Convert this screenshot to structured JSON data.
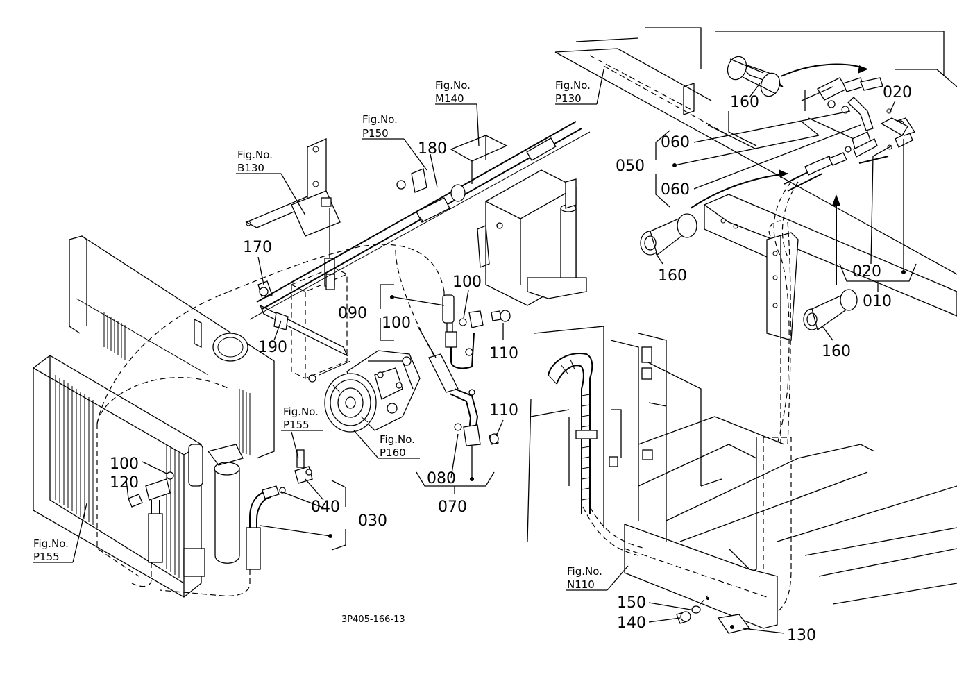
{
  "drawing_code": "3P405-166-13",
  "part_labels": {
    "p010": "010",
    "p020a": "020",
    "p020b": "020",
    "p030": "030",
    "p040": "040",
    "p050": "050",
    "p060a": "060",
    "p060b": "060",
    "p070": "070",
    "p080": "080",
    "p090": "090",
    "p100a": "100",
    "p100b": "100",
    "p100c": "100",
    "p110a": "110",
    "p110b": "110",
    "p120": "120",
    "p130": "130",
    "p140": "140",
    "p150": "150",
    "p160a": "160",
    "p160b": "160",
    "p160c": "160",
    "p170": "170",
    "p180": "180",
    "p190": "190"
  },
  "figure_refs": {
    "fig_label": "Fig.No.",
    "b130": "B130",
    "p150": "P150",
    "m140": "M140",
    "p130": "P130",
    "p155a": "P155",
    "p155b": "P155",
    "p160": "P160",
    "n110": "N110"
  }
}
